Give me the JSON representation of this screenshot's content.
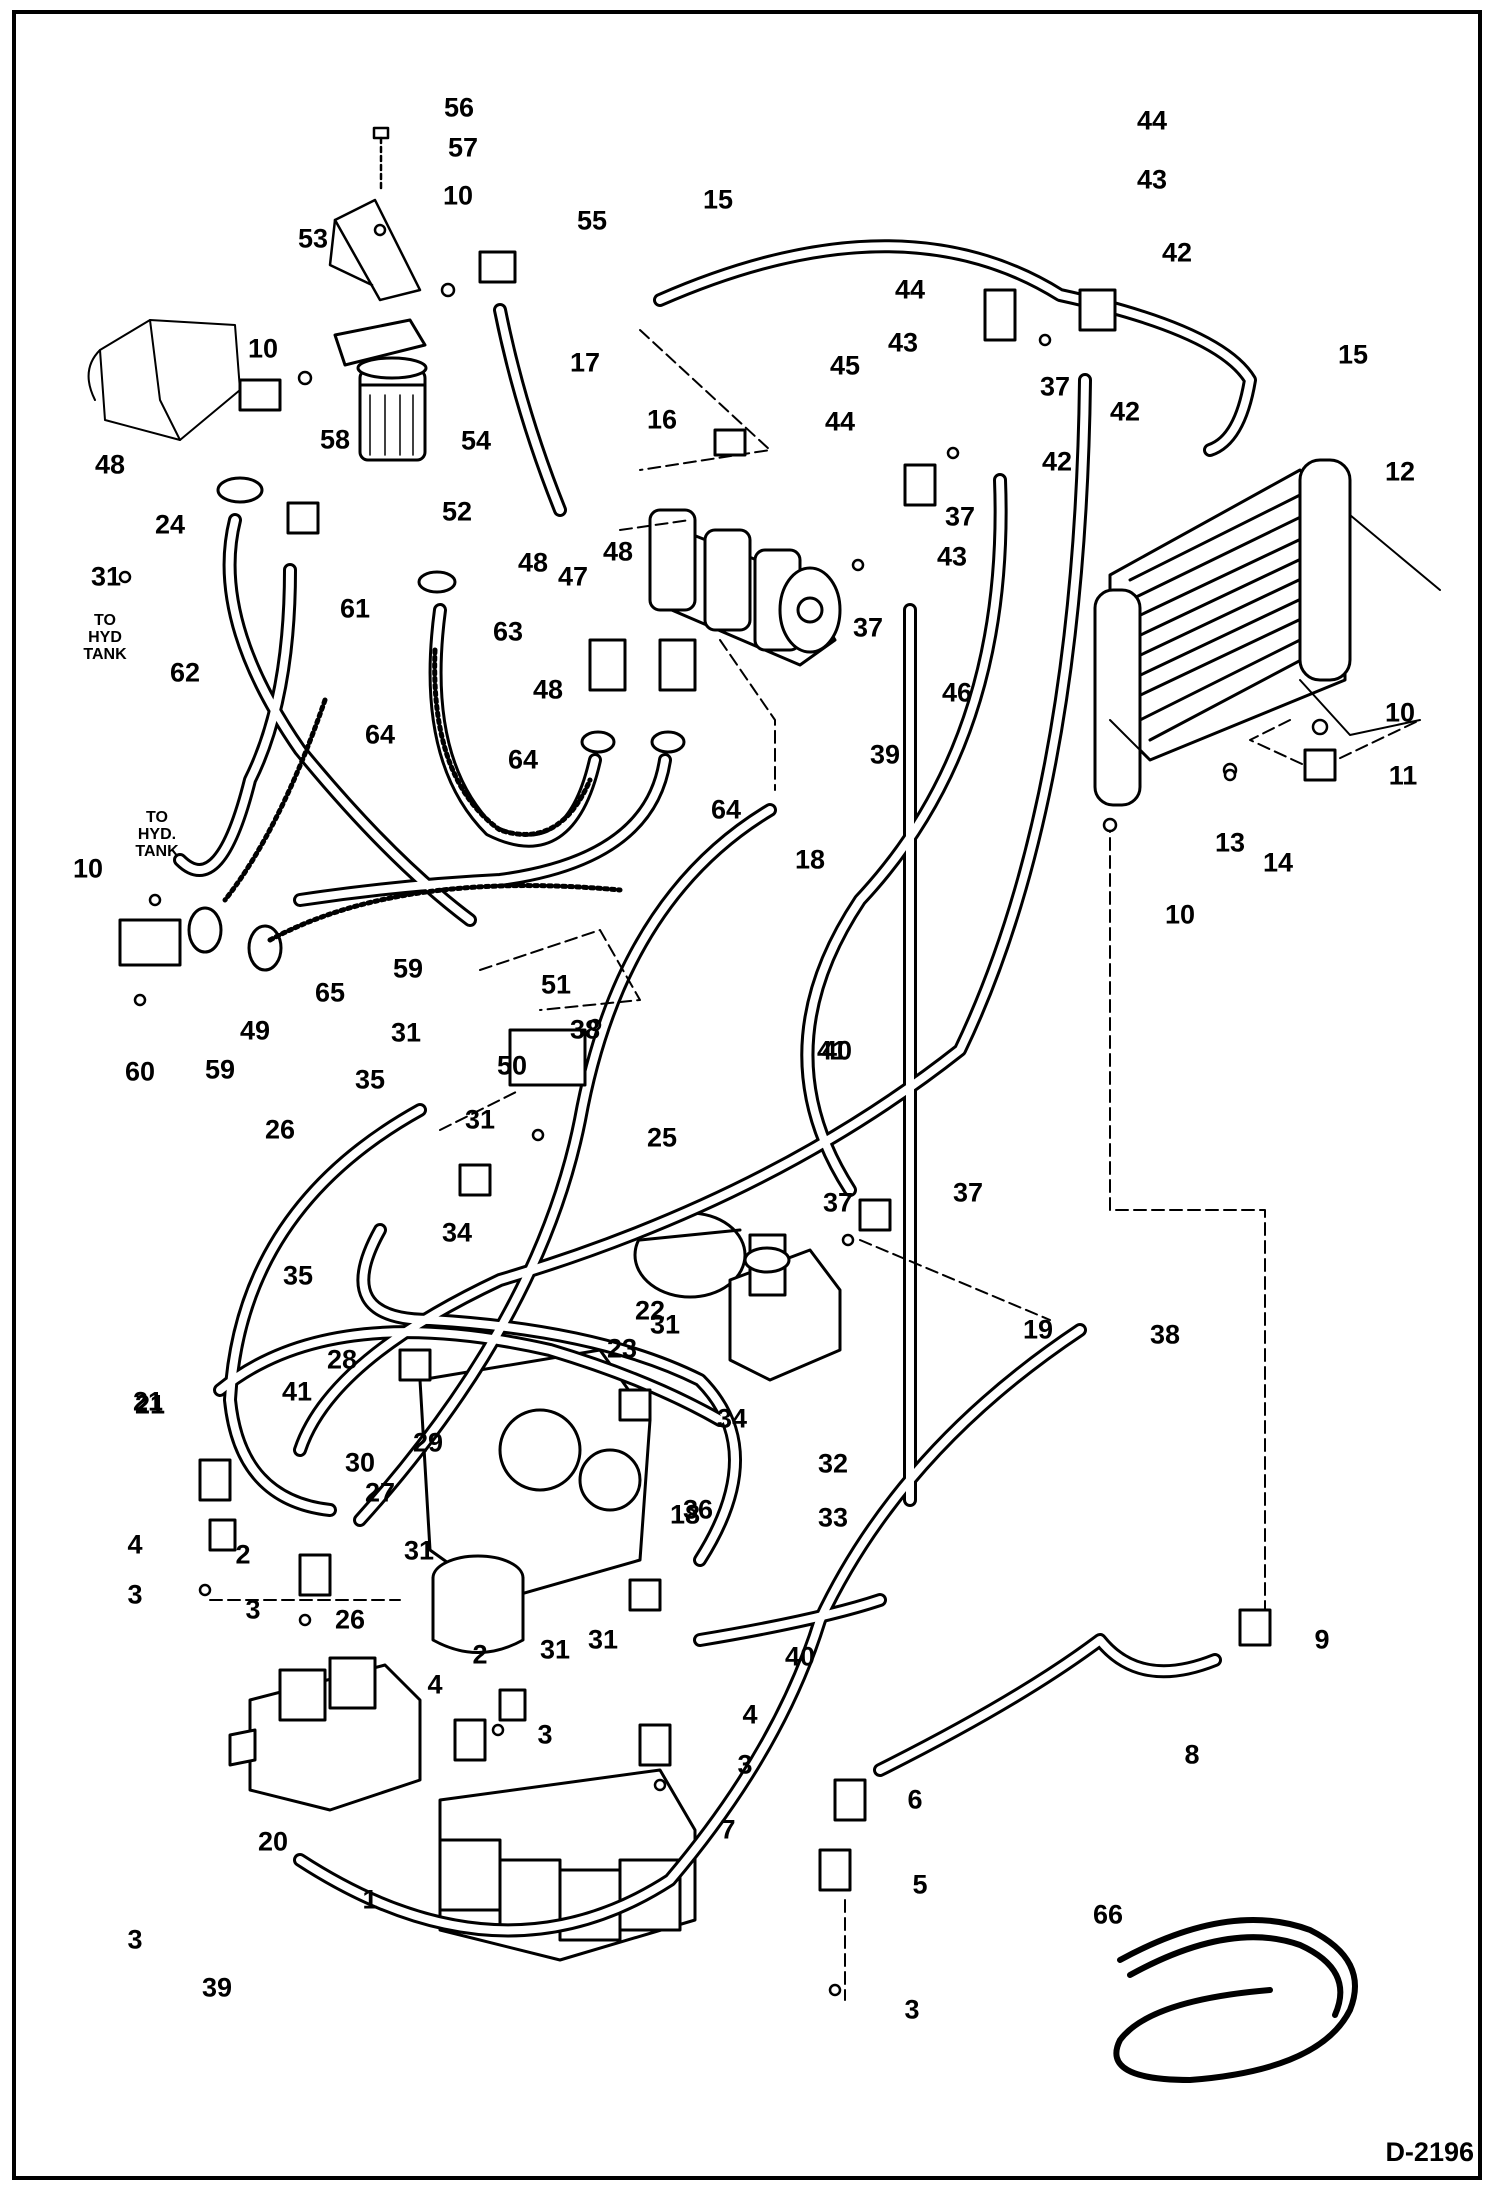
{
  "drawing_id": "D-2196",
  "notes": [
    {
      "lines": [
        "TO",
        "HYD",
        "TANK"
      ]
    },
    {
      "lines": [
        "TO",
        "HYD.",
        "TANK"
      ]
    }
  ],
  "callouts": [
    "1",
    "2",
    "2",
    "3",
    "3",
    "3",
    "3",
    "3",
    "3",
    "4",
    "4",
    "4",
    "5",
    "6",
    "7",
    "8",
    "9",
    "10",
    "10",
    "10",
    "10",
    "10",
    "11",
    "12",
    "13",
    "14",
    "15",
    "15",
    "16",
    "17",
    "18",
    "18",
    "19",
    "20",
    "21",
    "21",
    "22",
    "23",
    "24",
    "25",
    "26",
    "26",
    "27",
    "28",
    "29",
    "30",
    "31",
    "31",
    "31",
    "31",
    "31",
    "31",
    "31",
    "32",
    "33",
    "34",
    "34",
    "35",
    "35",
    "36",
    "37",
    "37",
    "37",
    "37",
    "37",
    "38",
    "38",
    "39",
    "39",
    "40",
    "40",
    "41",
    "41",
    "42",
    "42",
    "42",
    "43",
    "43",
    "43",
    "44",
    "44",
    "44",
    "45",
    "46",
    "47",
    "48",
    "48",
    "48",
    "48",
    "49",
    "50",
    "51",
    "52",
    "53",
    "54",
    "55",
    "56",
    "57",
    "58",
    "59",
    "59",
    "60",
    "61",
    "62",
    "63",
    "64",
    "64",
    "64",
    "65",
    "66"
  ]
}
